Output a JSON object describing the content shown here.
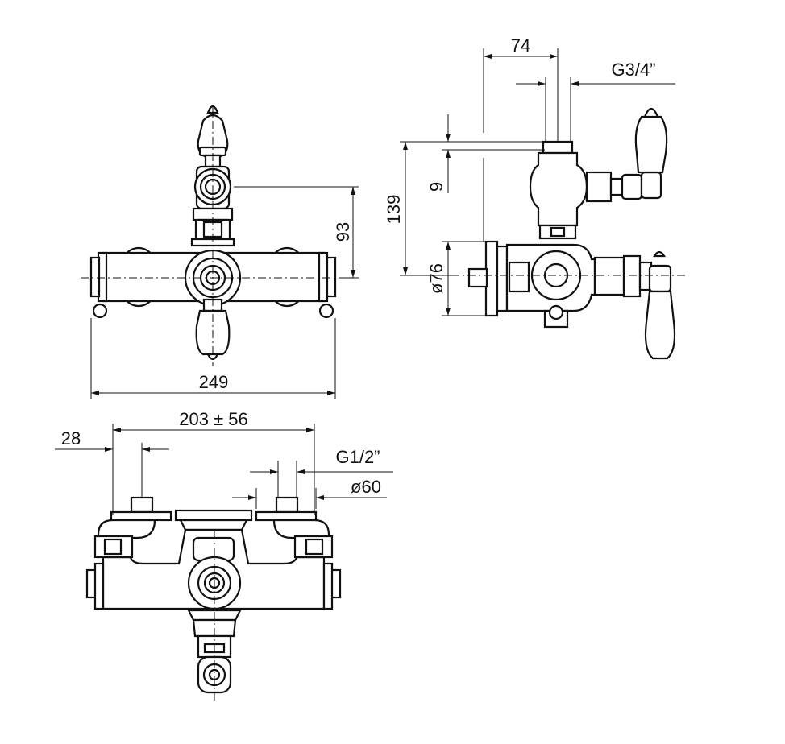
{
  "drawing": {
    "front_view": {
      "dim_width": "249",
      "dim_height": "93"
    },
    "side_view": {
      "dim_depth": "74",
      "dim_outlet_thread": "G3/4”",
      "dim_gap": "9",
      "dim_height": "139",
      "dim_diameter": "ø76"
    },
    "top_view": {
      "dim_centers": "203 ± 56",
      "dim_min": "28",
      "dim_inlet_thread": "G1/2”",
      "dim_diameter": "ø60"
    }
  },
  "colors": {
    "line": "#111111",
    "background": "#ffffff"
  }
}
